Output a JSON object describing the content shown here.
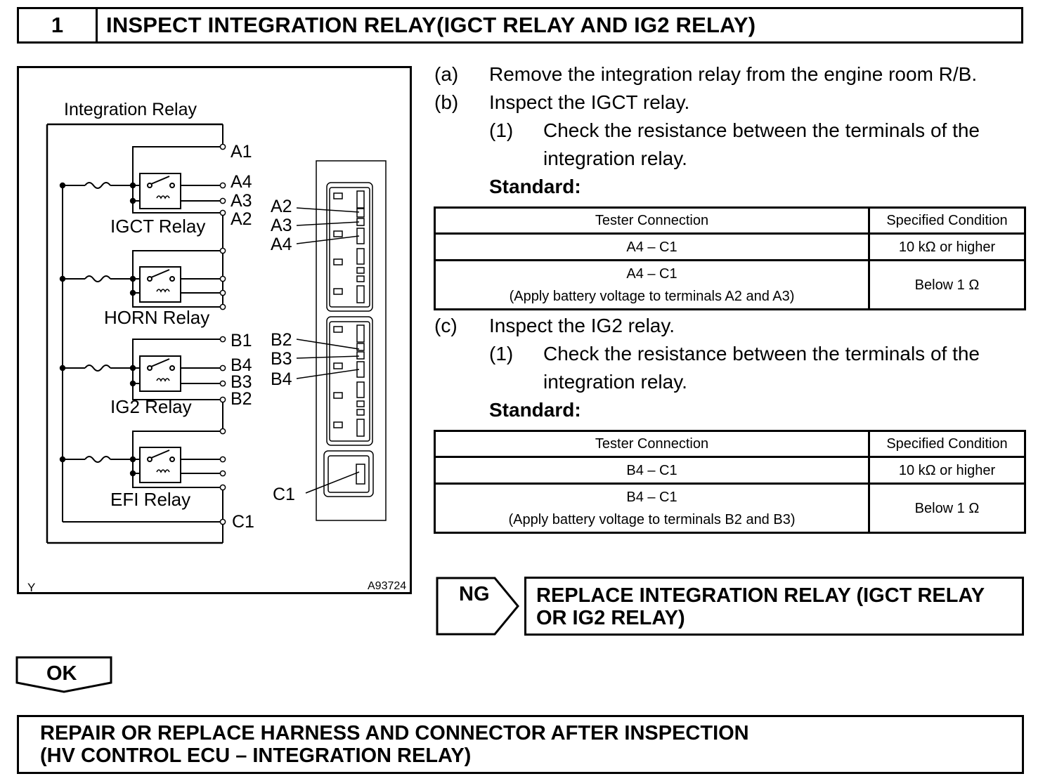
{
  "header": {
    "step_number": "1",
    "title": "INSPECT INTEGRATION RELAY(IGCT RELAY AND IG2 RELAY)"
  },
  "figure": {
    "title": "Integration Relay",
    "relay_labels": [
      "IGCT Relay",
      "HORN Relay",
      "IG2 Relay",
      "EFI Relay"
    ],
    "terminals": {
      "a1": "A1",
      "a4": "A4",
      "a3": "A3",
      "a2": "A2",
      "b1": "B1",
      "b4": "B4",
      "b3": "B3",
      "b2": "B2",
      "c1": "C1"
    },
    "connector_labels": {
      "a2": "A2",
      "a3": "A3",
      "a4": "A4",
      "b2": "B2",
      "b3": "B3",
      "b4": "B4",
      "c1": "C1"
    },
    "corner_left": "Y",
    "figure_id": "A93724"
  },
  "steps": {
    "a": {
      "marker": "(a)",
      "text": "Remove the integration relay from the engine room R/B."
    },
    "b": {
      "marker": "(b)",
      "text": "Inspect the IGCT relay."
    },
    "b1": {
      "marker": "(1)",
      "text1": "Check the resistance between the terminals of the",
      "text2": "integration relay."
    },
    "b_standard": "Standard:",
    "c": {
      "marker": "(c)",
      "text": "Inspect the IG2 relay."
    },
    "c1": {
      "marker": "(1)",
      "text1": "Check the resistance between the terminals of the",
      "text2": "integration relay."
    },
    "c_standard": "Standard:"
  },
  "table_igct": {
    "headers": [
      "Tester Connection",
      "Specified Condition"
    ],
    "rows": [
      {
        "connection": "A4 – C1",
        "note": "",
        "condition": "10 kΩ or higher"
      },
      {
        "connection": "A4 – C1",
        "note": "(Apply battery voltage to terminals A2 and A3)",
        "condition": "Below 1 Ω"
      }
    ]
  },
  "table_ig2": {
    "headers": [
      "Tester Connection",
      "Specified Condition"
    ],
    "rows": [
      {
        "connection": "B4 – C1",
        "note": "",
        "condition": "10 kΩ or higher"
      },
      {
        "connection": "B4 – C1",
        "note": "(Apply battery voltage to terminals B2 and B3)",
        "condition": "Below 1 Ω"
      }
    ]
  },
  "results": {
    "ng_label": "NG",
    "ng_action_line1": "REPLACE INTEGRATION RELAY (IGCT RELAY",
    "ng_action_line2": "OR IG2 RELAY)",
    "ok_label": "OK",
    "ok_action_line1": "REPAIR OR REPLACE HARNESS AND CONNECTOR AFTER INSPECTION",
    "ok_action_line2": "(HV CONTROL ECU – INTEGRATION RELAY)"
  }
}
